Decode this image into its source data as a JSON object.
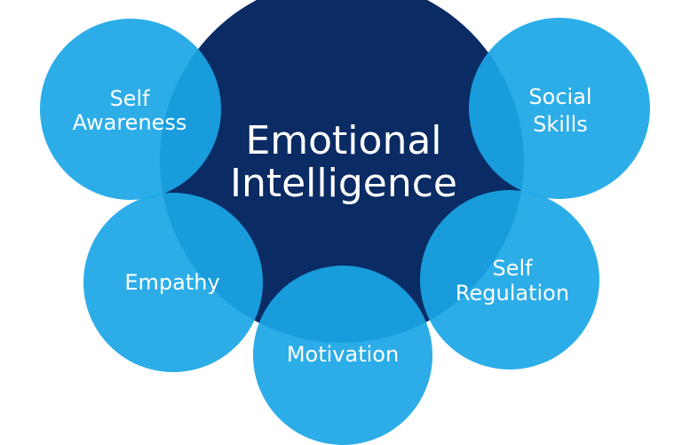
{
  "colors": {
    "center_fill": "#0a2b63",
    "satellite_fill": "#1aa6e6",
    "text": "#ffffff",
    "background": "#ffffff"
  },
  "center": {
    "lines": [
      "Emotional",
      "Intelligence"
    ]
  },
  "satellites": {
    "self_awareness": {
      "lines": [
        "Self",
        "Awareness"
      ]
    },
    "social_skills": {
      "lines": [
        "Social",
        "Skills"
      ]
    },
    "empathy": {
      "lines": [
        "Empathy"
      ]
    },
    "self_regulation": {
      "lines": [
        "Self",
        "Regulation"
      ]
    },
    "motivation": {
      "lines": [
        "Motivation"
      ]
    }
  }
}
